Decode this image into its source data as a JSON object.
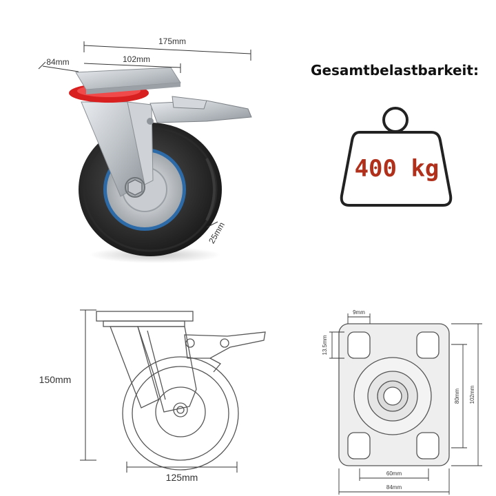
{
  "caster_photo": {
    "dim_total_length": "175mm",
    "dim_plate_width": "84mm",
    "dim_hole_spacing": "102mm",
    "dim_wheel_width": "25mm"
  },
  "load": {
    "heading": "Gesamtbelastbarkeit:",
    "value": "400 kg",
    "value_color": "#b0301c"
  },
  "side_drawing": {
    "dim_height": "150mm",
    "dim_wheel_diameter": "125mm"
  },
  "plate_drawing": {
    "dim_slot_width": "9mm",
    "dim_slot_length": "13.5mm",
    "dim_inner_vertical": "80mm",
    "dim_outer_vertical": "102mm",
    "dim_inner_horizontal": "60mm",
    "dim_outer_horizontal": "84mm"
  }
}
